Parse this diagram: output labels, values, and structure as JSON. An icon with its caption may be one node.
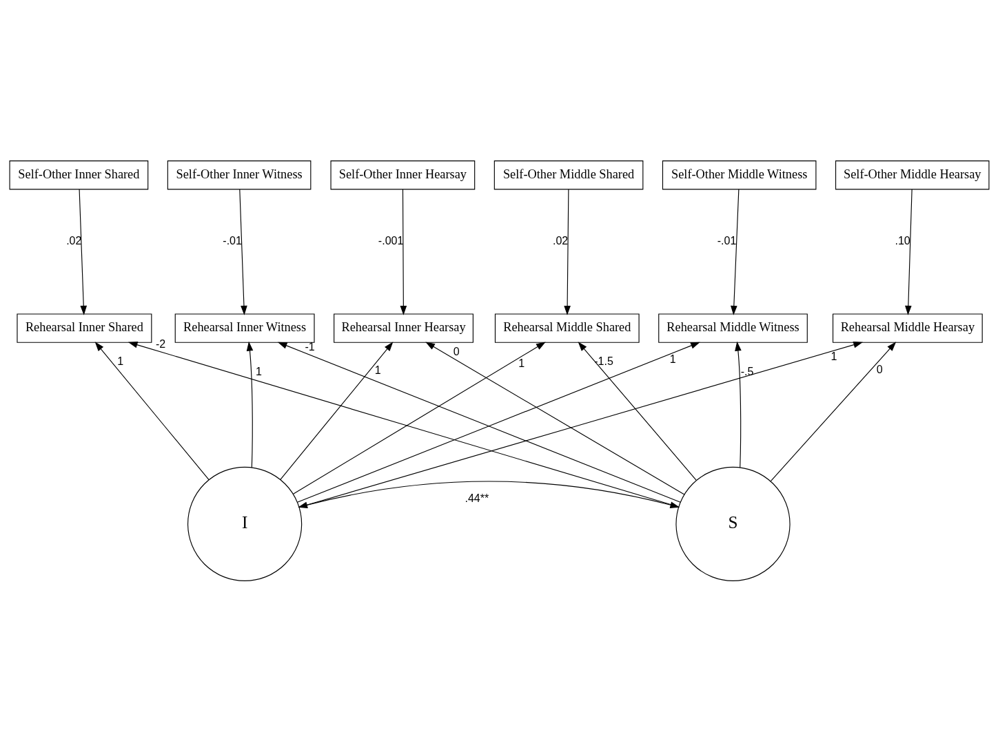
{
  "diagram": {
    "nodes": [
      {
        "text": [
          "Self-Other Inner Shared"
        ]
      },
      {
        "text": [
          "Self-Other Inner Witness"
        ]
      },
      {
        "text": [
          "Self-Other Inner Hearsay"
        ]
      },
      {
        "text": [
          "Self-Other Middle Shared"
        ]
      },
      {
        "text": [
          "Self-Other Middle Witness"
        ]
      },
      {
        "text": [
          "Self-Other Middle Hearsay"
        ]
      },
      {
        "text": [
          "Rehearsal Inner Shared"
        ]
      },
      {
        "text": [
          "Rehearsal Inner Witness"
        ]
      },
      {
        "text": [
          "Rehearsal Inner Hearsay"
        ]
      },
      {
        "text": [
          "Rehearsal Middle Shared"
        ]
      },
      {
        "text": [
          "Rehearsal Middle Witness"
        ]
      },
      {
        "text": [
          "Rehearsal Middle Hearsay"
        ]
      },
      {
        "text": [
          "I"
        ]
      },
      {
        "text": [
          "S"
        ]
      }
    ],
    "edges": [
      {
        "from": 0,
        "to": 6,
        "arrow": "to",
        "label": ".02"
      },
      {
        "from": 1,
        "to": 7,
        "arrow": "to",
        "label": "-.01"
      },
      {
        "from": 2,
        "to": 8,
        "arrow": "to",
        "label": "-.001"
      },
      {
        "from": 3,
        "to": 9,
        "arrow": "to",
        "label": ".02"
      },
      {
        "from": 4,
        "to": 10,
        "arrow": "to",
        "label": "-.01"
      },
      {
        "from": 5,
        "to": 11,
        "arrow": "to",
        "label": ".10"
      },
      {
        "from": 12,
        "to": 6,
        "arrow": "to",
        "label": "1"
      },
      {
        "from": 12,
        "to": 7,
        "arrow": "to",
        "label": "1"
      },
      {
        "from": 12,
        "to": 8,
        "arrow": "to",
        "label": "1"
      },
      {
        "from": 12,
        "to": 9,
        "arrow": "to",
        "label": "1"
      },
      {
        "from": 12,
        "to": 10,
        "arrow": "to",
        "label": "1"
      },
      {
        "from": 12,
        "to": 11,
        "arrow": "to",
        "label": "1"
      },
      {
        "from": 13,
        "to": 6,
        "arrow": "to",
        "label": "-2"
      },
      {
        "from": 13,
        "to": 7,
        "arrow": "to",
        "label": "-1"
      },
      {
        "from": 13,
        "to": 8,
        "arrow": "to",
        "label": "0"
      },
      {
        "from": 13,
        "to": 9,
        "arrow": "to",
        "label": "-1.5"
      },
      {
        "from": 13,
        "to": 10,
        "arrow": "to",
        "label": "-.5"
      },
      {
        "from": 13,
        "to": 11,
        "arrow": "to",
        "label": "0"
      },
      {
        "from": 12,
        "to": 13,
        "arrow": "both",
        "label": ".44**"
      }
    ]
  }
}
